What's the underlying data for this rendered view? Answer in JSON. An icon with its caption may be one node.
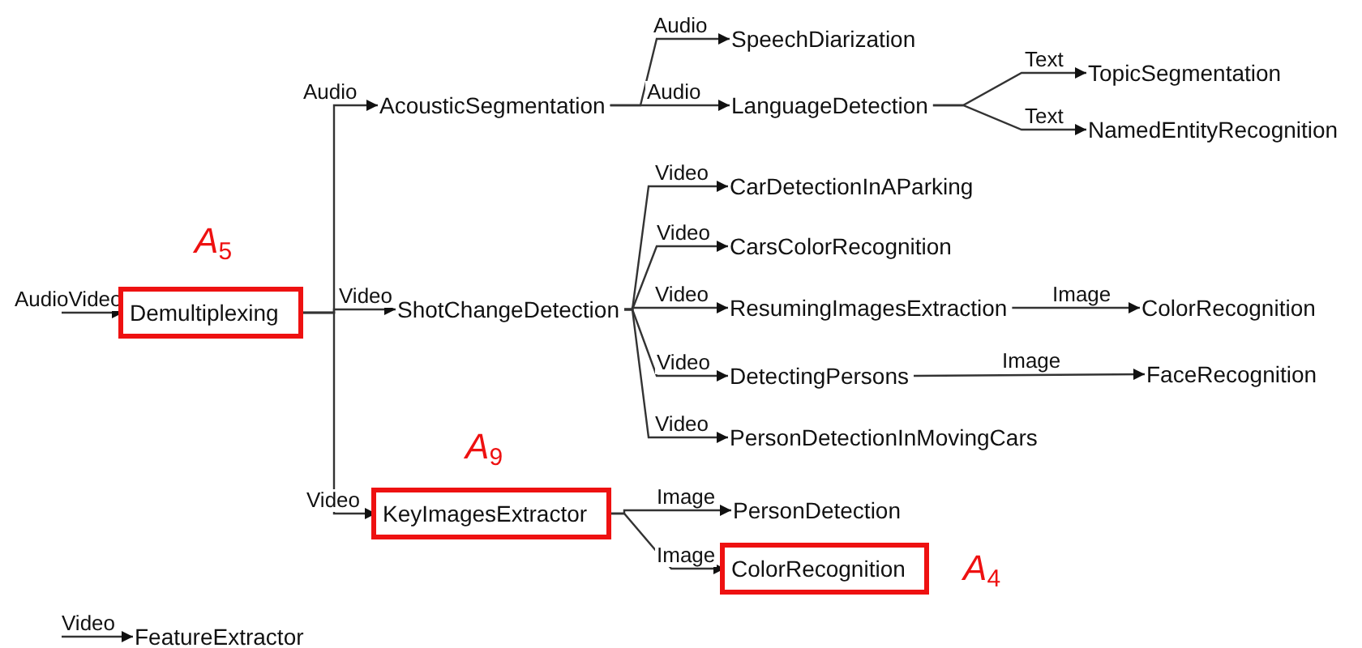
{
  "diagram": {
    "nodes": [
      {
        "text": [],
        "shape": "box",
        "beside": [
          "A$_{5}$"
        ]
      },
      {
        "text": [
          "Demultiplexing"
        ],
        "in": 0
      },
      {
        "text": [
          "AcousticSegmentation"
        ]
      },
      {
        "text": [
          "SpeechDiarization"
        ]
      },
      {
        "text": [
          "LanguageDetection"
        ]
      },
      {
        "text": [
          "TopicSegmentation"
        ]
      },
      {
        "text": [
          "NamedEntityRecognition"
        ]
      },
      {
        "text": [
          "ShotChangeDetection"
        ]
      },
      {
        "text": [
          "CarDetectionInAParking"
        ]
      },
      {
        "text": [
          "CarsColorRecognition"
        ]
      },
      {
        "text": [
          "ResumingImagesExtraction"
        ]
      },
      {
        "text": [
          "ColorRecognition"
        ]
      },
      {
        "text": [
          "DetectingPersons"
        ]
      },
      {
        "text": [
          "FaceRecognition"
        ]
      },
      {
        "text": [
          "PersonDetectionInMovingCars"
        ]
      },
      {
        "text": [],
        "shape": "box",
        "beside": [
          "A$_{9}$"
        ]
      },
      {
        "text": [
          "KeyImagesExtractor"
        ],
        "in": 15
      },
      {
        "text": [
          "PersonDetection"
        ]
      },
      {
        "text": [],
        "shape": "box",
        "beside": [
          "A$_{4}$"
        ]
      },
      {
        "text": [
          "ColorRecognition"
        ],
        "in": 18
      },
      {
        "text": [
          "FeatureExtractor"
        ]
      }
    ],
    "edges": [
      {
        "from": null,
        "to": 1,
        "arrow": "to",
        "label": "AudioVideo"
      },
      {
        "from": 1,
        "to": 2,
        "arrow": "to",
        "label": "Audio"
      },
      {
        "from": 1,
        "to": 7,
        "arrow": "to",
        "label": "Video"
      },
      {
        "from": 1,
        "to": 16,
        "arrow": "to",
        "label": "Video"
      },
      {
        "from": 2,
        "to": 3,
        "arrow": "to",
        "label": "Audio"
      },
      {
        "from": 2,
        "to": 4,
        "arrow": "to",
        "label": "Audio"
      },
      {
        "from": 4,
        "to": 5,
        "arrow": "to",
        "label": "Text"
      },
      {
        "from": 4,
        "to": 6,
        "arrow": "to",
        "label": "Text"
      },
      {
        "from": 7,
        "to": 8,
        "arrow": "to",
        "label": "Video"
      },
      {
        "from": 7,
        "to": 9,
        "arrow": "to",
        "label": "Video"
      },
      {
        "from": 7,
        "to": 10,
        "arrow": "to",
        "label": "Video"
      },
      {
        "from": 7,
        "to": 12,
        "arrow": "to",
        "label": "Video"
      },
      {
        "from": 7,
        "to": 14,
        "arrow": "to",
        "label": "Video"
      },
      {
        "from": 10,
        "to": 11,
        "arrow": "to",
        "label": "Image"
      },
      {
        "from": 12,
        "to": 13,
        "arrow": "to",
        "label": "Image"
      },
      {
        "from": 16,
        "to": 17,
        "arrow": "to",
        "label": "Image"
      },
      {
        "from": 16,
        "to": 19,
        "arrow": "to",
        "label": "Image"
      },
      {
        "from": null,
        "to": 20,
        "arrow": "to",
        "label": "Video"
      }
    ]
  }
}
